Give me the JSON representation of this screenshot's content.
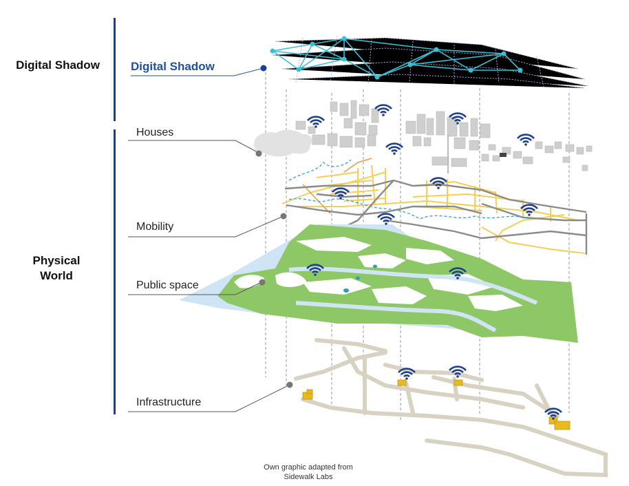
{
  "sections": {
    "digital": "Digital Shadow",
    "physical_line1": "Physical",
    "physical_line2": "World"
  },
  "layers": {
    "digital_shadow": "Digital Shadow",
    "houses": "Houses",
    "mobility": "Mobility",
    "public_space": "Public space",
    "infrastructure": "Infrastructure"
  },
  "caption": {
    "line1": "Own graphic adapted from",
    "line2": "Sidewalk Labs"
  },
  "colors": {
    "bracket": "#1a3e99",
    "digital_label": "#1f4fa8",
    "network": "#39c0d4",
    "wifi": "#1f3f8f",
    "water": "#cfe4f4",
    "green": "#8ec765",
    "roads_yellow": "#f3cf55",
    "roads_gray": "#888888",
    "buildings": "#cfcfcf",
    "infrastructure": "#d8d2c2",
    "infra_nodes": "#e8b920"
  }
}
